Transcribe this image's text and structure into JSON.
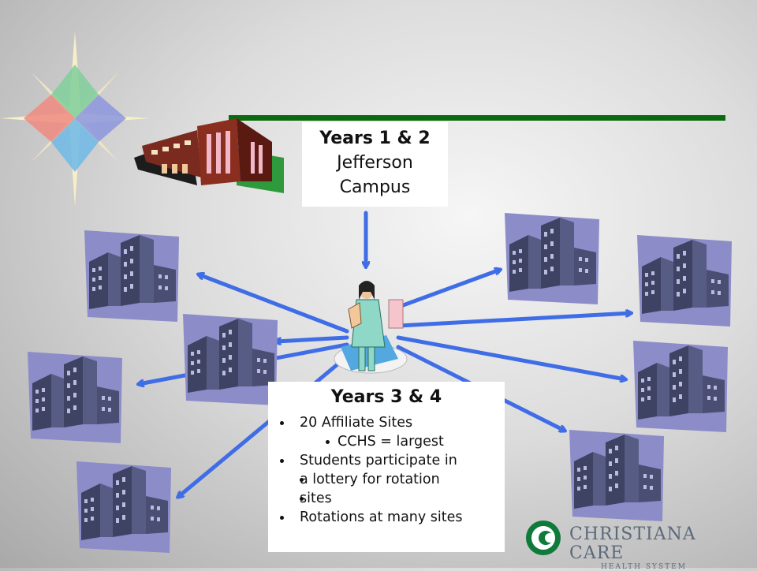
{
  "top_box": {
    "title": "Years 1 & 2",
    "line1": "Jefferson",
    "line2": "Campus"
  },
  "bottom_box": {
    "title": "Years 3 & 4",
    "items": [
      {
        "text": "20 Affiliate Sites",
        "level": 1
      },
      {
        "text": "CCHS = largest",
        "level": 2
      },
      {
        "text": "Students participate in",
        "level": 1
      },
      {
        "text": "a lottery for rotation",
        "level": 0
      },
      {
        "text": "sites",
        "level": 0
      },
      {
        "text": "Rotations at many sites",
        "level": 1
      }
    ]
  },
  "logo": {
    "name_line": "CHRISTIANA CARE",
    "sub_line": "HEALTH SYSTEM"
  },
  "colors": {
    "arrow": "#3f6de6",
    "accent_line": "#0b6a10",
    "building": "#4a4e73",
    "building_bg": "#8b8cc8"
  }
}
